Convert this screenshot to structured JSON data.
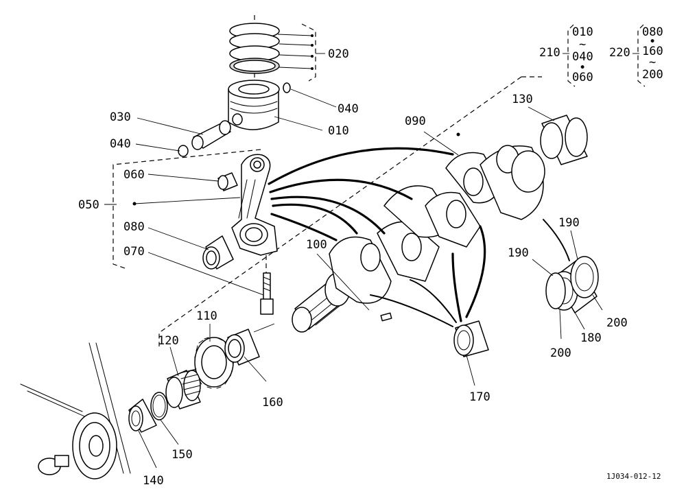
{
  "callouts": {
    "c010": "010",
    "c020": "020",
    "c030": "030",
    "c040a": "040",
    "c040b": "040",
    "c050": "050",
    "c060": "060",
    "c070": "070",
    "c080": "080",
    "c090": "090",
    "c100": "100",
    "c110": "110",
    "c120": "120",
    "c130": "130",
    "c140": "140",
    "c150": "150",
    "c160": "160",
    "c170": "170",
    "c180": "180",
    "c190a": "190",
    "c190b": "190",
    "c200a": "200",
    "c200b": "200"
  },
  "kits": {
    "k210": {
      "label": "210",
      "items": [
        "010",
        "~",
        "040",
        "•",
        "060"
      ]
    },
    "k220": {
      "label": "220",
      "items": [
        "080",
        "•",
        "160",
        "~",
        "200"
      ]
    }
  },
  "figure_code": "1J034-012-12"
}
